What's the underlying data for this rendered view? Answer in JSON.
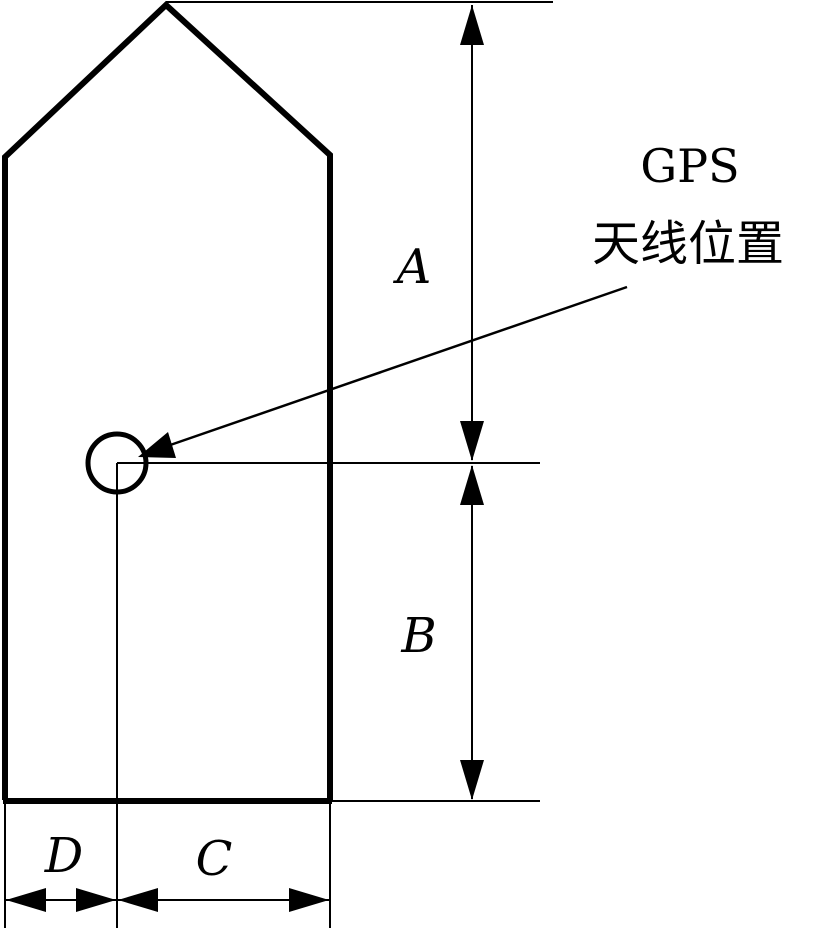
{
  "diagram": {
    "callout": {
      "line1": "GPS",
      "line2": "天线位置"
    },
    "dimensions": {
      "a": "A",
      "b": "B",
      "c": "C",
      "d": "D"
    },
    "colors": {
      "stroke": "#000000",
      "background": "#ffffff"
    }
  }
}
